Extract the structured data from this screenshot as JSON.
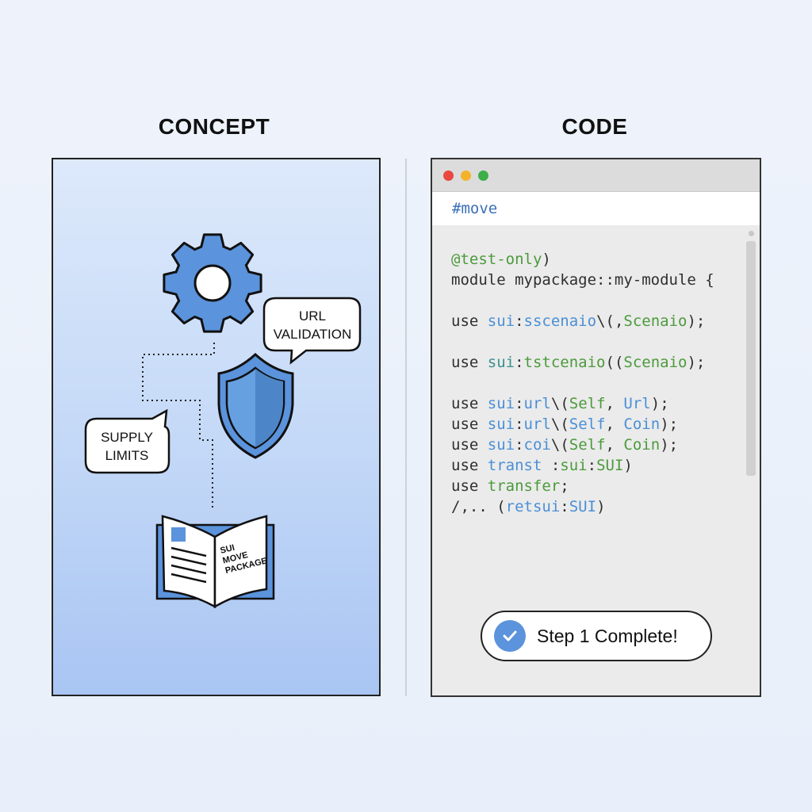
{
  "concept": {
    "heading": "CONCEPT",
    "bubbles": {
      "url": [
        "URL",
        "VALIDATION"
      ],
      "supply": [
        "SUPPLY",
        "LIMITS"
      ]
    },
    "book_label": [
      "SUI",
      "MOVE",
      "PACKAGE"
    ],
    "icons": [
      "gear-icon",
      "shield-icon",
      "book-icon"
    ],
    "accent": "#5b93dc"
  },
  "code": {
    "heading": "CODE",
    "tab": "#move",
    "lines": [
      [
        {
          "t": "@test-only",
          "c": "g"
        },
        {
          "t": ")",
          "c": "d"
        }
      ],
      [
        {
          "t": "module mypackage::my-module {",
          "c": "d"
        }
      ],
      [],
      [
        {
          "t": "use ",
          "c": "d"
        },
        {
          "t": "sui",
          "c": "b"
        },
        {
          "t": ":",
          "c": "d"
        },
        {
          "t": "sscenaio",
          "c": "b"
        },
        {
          "t": "\\(,",
          "c": "d"
        },
        {
          "t": "Scenaio",
          "c": "g"
        },
        {
          "t": ");",
          "c": "d"
        }
      ],
      [],
      [
        {
          "t": "use ",
          "c": "d"
        },
        {
          "t": "sui",
          "c": "t"
        },
        {
          "t": ":",
          "c": "d"
        },
        {
          "t": "tstcenaio",
          "c": "g"
        },
        {
          "t": "((",
          "c": "d"
        },
        {
          "t": "Scenaio",
          "c": "g"
        },
        {
          "t": ");",
          "c": "d"
        }
      ],
      [],
      [
        {
          "t": "use ",
          "c": "d"
        },
        {
          "t": "sui",
          "c": "b"
        },
        {
          "t": ":",
          "c": "d"
        },
        {
          "t": "url",
          "c": "b"
        },
        {
          "t": "\\(",
          "c": "d"
        },
        {
          "t": "Self",
          "c": "g"
        },
        {
          "t": ", ",
          "c": "d"
        },
        {
          "t": "Url",
          "c": "b"
        },
        {
          "t": ");",
          "c": "d"
        }
      ],
      [
        {
          "t": "use ",
          "c": "d"
        },
        {
          "t": "sui",
          "c": "b"
        },
        {
          "t": ":",
          "c": "d"
        },
        {
          "t": "url",
          "c": "b"
        },
        {
          "t": "\\(",
          "c": "d"
        },
        {
          "t": "Self",
          "c": "b"
        },
        {
          "t": ", ",
          "c": "d"
        },
        {
          "t": "Coin",
          "c": "b"
        },
        {
          "t": ");",
          "c": "d"
        }
      ],
      [
        {
          "t": "use ",
          "c": "d"
        },
        {
          "t": "sui",
          "c": "b"
        },
        {
          "t": ":",
          "c": "d"
        },
        {
          "t": "coi",
          "c": "b"
        },
        {
          "t": "\\(",
          "c": "d"
        },
        {
          "t": "Self",
          "c": "g"
        },
        {
          "t": ", ",
          "c": "d"
        },
        {
          "t": "Coin",
          "c": "g"
        },
        {
          "t": ");",
          "c": "d"
        }
      ],
      [
        {
          "t": "use ",
          "c": "d"
        },
        {
          "t": "transt",
          "c": "b"
        },
        {
          "t": " :",
          "c": "d"
        },
        {
          "t": "sui",
          "c": "g"
        },
        {
          "t": ":",
          "c": "d"
        },
        {
          "t": "SUI",
          "c": "g"
        },
        {
          "t": ")",
          "c": "d"
        }
      ],
      [
        {
          "t": "use ",
          "c": "d"
        },
        {
          "t": "transfer",
          "c": "g"
        },
        {
          "t": ";",
          "c": "d"
        }
      ],
      [
        {
          "t": "/,.. (",
          "c": "d"
        },
        {
          "t": "retsui",
          "c": "b"
        },
        {
          "t": ":",
          "c": "d"
        },
        {
          "t": "SUI",
          "c": "b"
        },
        {
          "t": ")",
          "c": "d"
        }
      ]
    ],
    "badge": "Step 1 Complete!",
    "window_dots": [
      "#e9473f",
      "#f2b32b",
      "#3dae4a"
    ]
  }
}
